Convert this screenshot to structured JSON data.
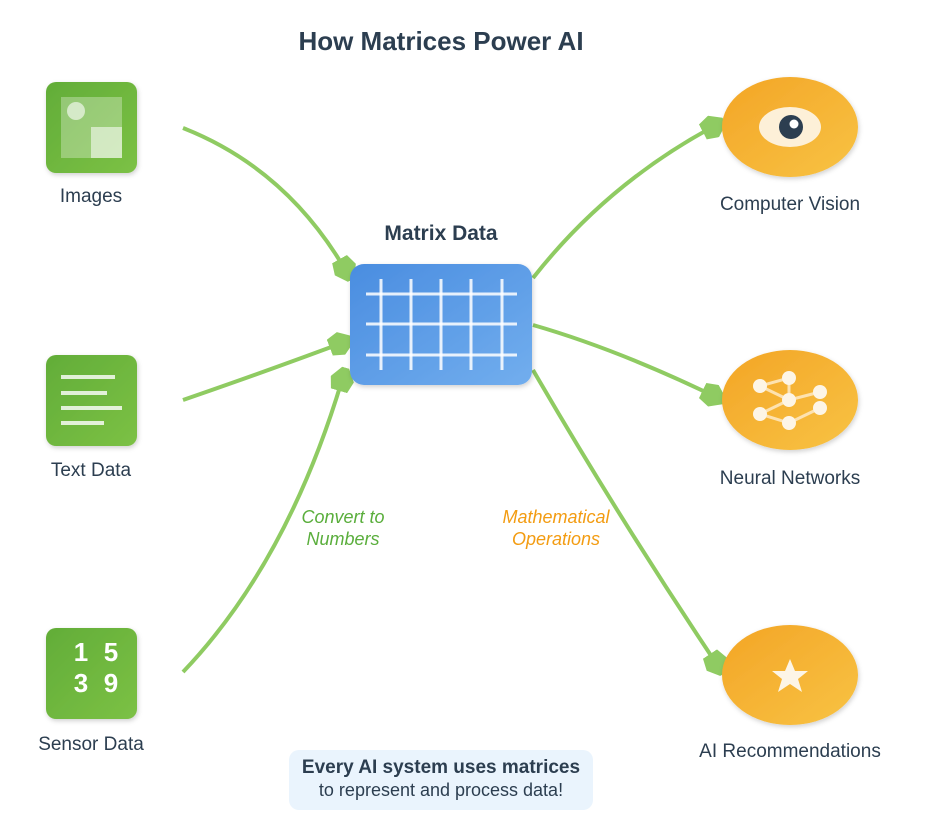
{
  "title": "How Matrices Power AI",
  "colors": {
    "input_green": "#6cb33f",
    "output_orange": "#f5ab2c",
    "matrix_blue": "#5b9be6",
    "arrow_green": "#8fcb62",
    "text_dark": "#2c3e50",
    "info_bg": "#eaf4fd"
  },
  "inputs": [
    {
      "label": "Images",
      "icon": "image-icon"
    },
    {
      "label": "Text Data",
      "icon": "text-lines-icon"
    },
    {
      "label": "Sensor Data",
      "icon": "number-grid-icon",
      "digits": [
        "1",
        "5",
        "3",
        "9"
      ]
    }
  ],
  "center": {
    "label": "Matrix Data",
    "icon": "grid-matrix-icon"
  },
  "outputs": [
    {
      "label": "Computer Vision",
      "icon": "eye-icon"
    },
    {
      "label": "Neural Networks",
      "icon": "network-nodes-icon"
    },
    {
      "label": "AI Recommendations",
      "icon": "star-icon"
    }
  ],
  "annotations": {
    "left_line1": "Convert to",
    "left_line2": "Numbers",
    "right_line1": "Mathematical",
    "right_line2": "Operations"
  },
  "info_box": {
    "line1": "Every AI system uses matrices",
    "line2": "to represent and process data!"
  }
}
